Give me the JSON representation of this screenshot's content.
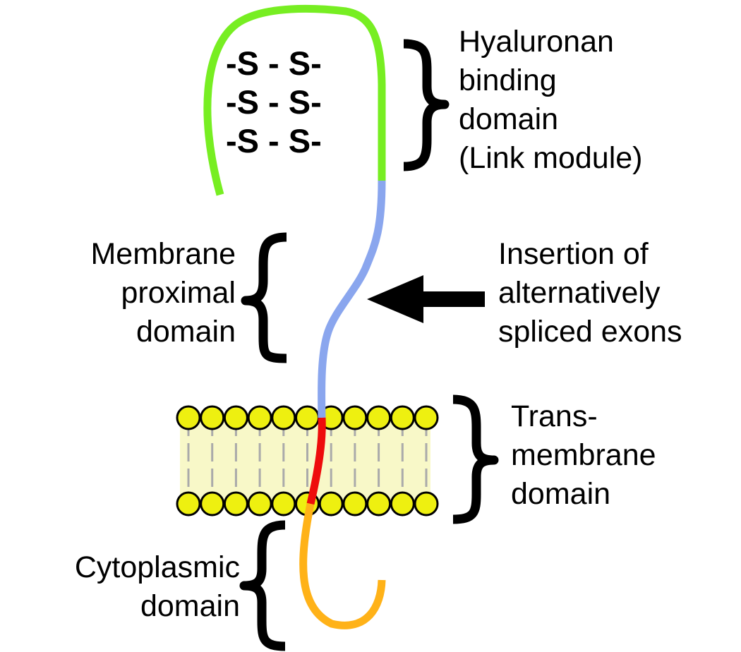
{
  "colors": {
    "binding_domain": "#77ee22",
    "proximal_domain": "#8aa6ee",
    "transmembrane_domain": "#ee0c0c",
    "cytoplasmic_domain": "#ffb218",
    "lipid_head": "#eef010",
    "membrane_band": "#f8f8c8",
    "lipid_tail": "#aaaaaa"
  },
  "disulfide_bonds": [
    "-S - S-",
    "-S - S-",
    "-S - S-"
  ],
  "labels": {
    "hyaluronan": [
      "Hyaluronan",
      "binding",
      "domain",
      "(Link module)"
    ],
    "membrane_proximal": [
      "Membrane",
      "proximal",
      "domain"
    ],
    "insertion": [
      "Insertion of",
      "alternatively",
      "spliced exons"
    ],
    "transmembrane": [
      "Trans-",
      "membrane",
      "domain"
    ],
    "cytoplasmic": [
      "Cytoplasmic",
      "domain"
    ]
  },
  "icons": {
    "brace": "curly-brace-icon",
    "arrow": "arrow-left-icon",
    "lipid": "lipid-head-icon"
  }
}
